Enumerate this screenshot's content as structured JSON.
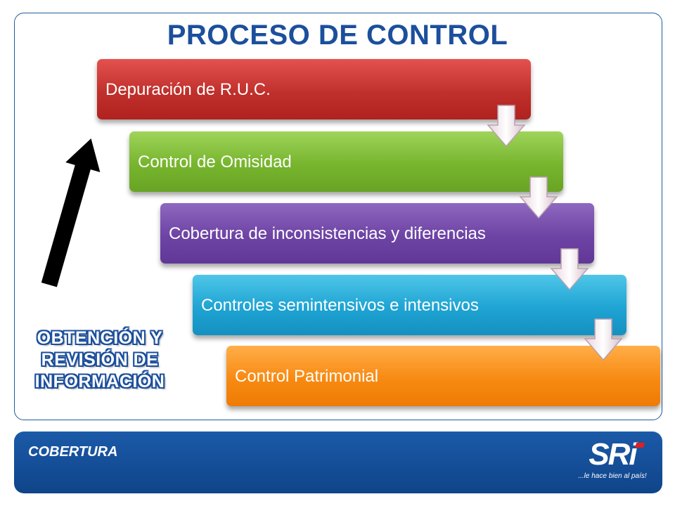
{
  "title": "PROCESO DE CONTROL",
  "steps": [
    {
      "label": "Depuración de R.U.C.",
      "color": "#c0302c"
    },
    {
      "label": "Control de Omisidad",
      "color": "#77b52e"
    },
    {
      "label": "Cobertura de inconsistencias y diferencias",
      "color": "#6d43a4"
    },
    {
      "label": "Controles semintensivos e intensivos",
      "color": "#1ea4d3"
    },
    {
      "label": "Control Patrimonial",
      "color": "#f78a12"
    }
  ],
  "side_label": "OBTENCIÓN Y REVISIÓN DE INFORMACIÓN",
  "footer": {
    "section_label": "COBERTURA",
    "logo": "SRi",
    "slogan": "...le hace bien al país!"
  },
  "colors": {
    "title": "#1c4f9c",
    "footer": "#1b5aa8",
    "frame": "#1f5b9a"
  }
}
